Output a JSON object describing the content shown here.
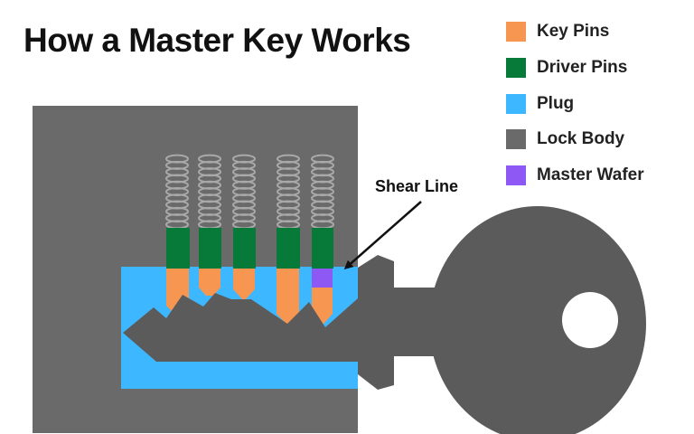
{
  "title": "How a Master Key Works",
  "legend": [
    {
      "label": "Key Pins",
      "color": "#f79651",
      "icon": "swatch-key-pins"
    },
    {
      "label": "Driver Pins",
      "color": "#077a3a",
      "icon": "swatch-driver-pins"
    },
    {
      "label": "Plug",
      "color": "#3db7ff",
      "icon": "swatch-plug"
    },
    {
      "label": "Lock Body",
      "color": "#6b6a6a",
      "icon": "swatch-lock-body"
    },
    {
      "label": "Master Wafer",
      "color": "#8e58f5",
      "icon": "swatch-master-wafer"
    }
  ],
  "annotations": {
    "shear_line": "Shear Line"
  },
  "colors": {
    "key": "#5b5b5b",
    "spring": "#a9a9a9",
    "background": "#ffffff"
  }
}
